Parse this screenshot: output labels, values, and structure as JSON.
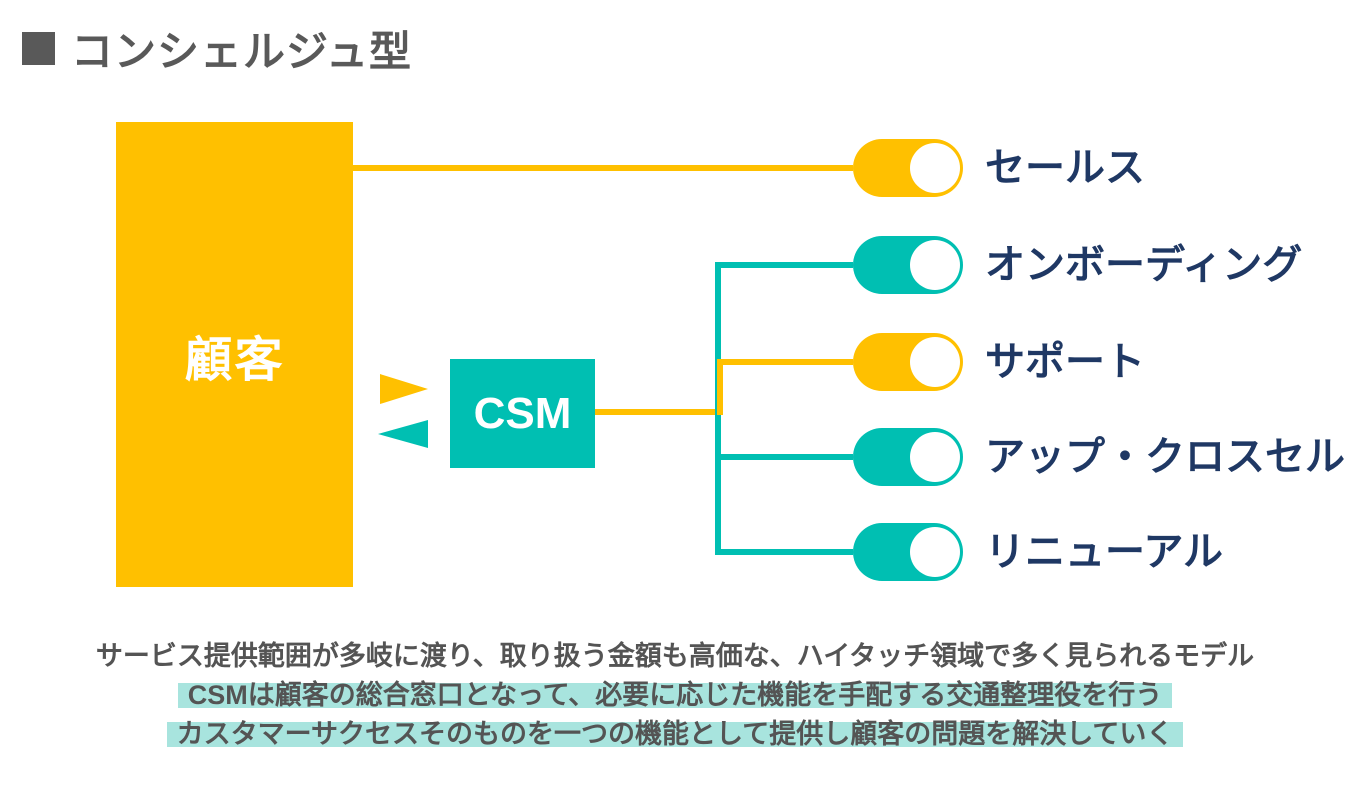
{
  "slide_title": "コンシェルジュ型",
  "colors": {
    "yellow": "#FFC000",
    "teal": "#00BFB2",
    "navy_label": "#1F3864",
    "gray_text": "#595959",
    "highlight": "#A8E4DE",
    "white": "#FFFFFF"
  },
  "customer": {
    "label": "顧客"
  },
  "csm": {
    "label": "CSM"
  },
  "functions": [
    {
      "label": "セールス",
      "color": "yellow",
      "connected_to": "customer"
    },
    {
      "label": "オンボーディング",
      "color": "teal",
      "connected_to": "csm"
    },
    {
      "label": "サポート",
      "color": "yellow",
      "connected_to": "csm"
    },
    {
      "label": "アップ・クロスセル",
      "color": "teal",
      "connected_to": "csm"
    },
    {
      "label": "リニューアル",
      "color": "teal",
      "connected_to": "csm"
    }
  ],
  "notes": [
    {
      "text": "サービス提供範囲が多岐に渡り、取り扱う金額も高価な、ハイタッチ領域で多く見られるモデル",
      "highlighted": false
    },
    {
      "text": "CSMは顧客の総合窓口となって、必要に応じた機能を手配する交通整理役を行う",
      "highlighted": true
    },
    {
      "text": "カスタマーサクセスそのものを一つの機能として提供し顧客の問題を解決していく",
      "highlighted": true
    }
  ]
}
